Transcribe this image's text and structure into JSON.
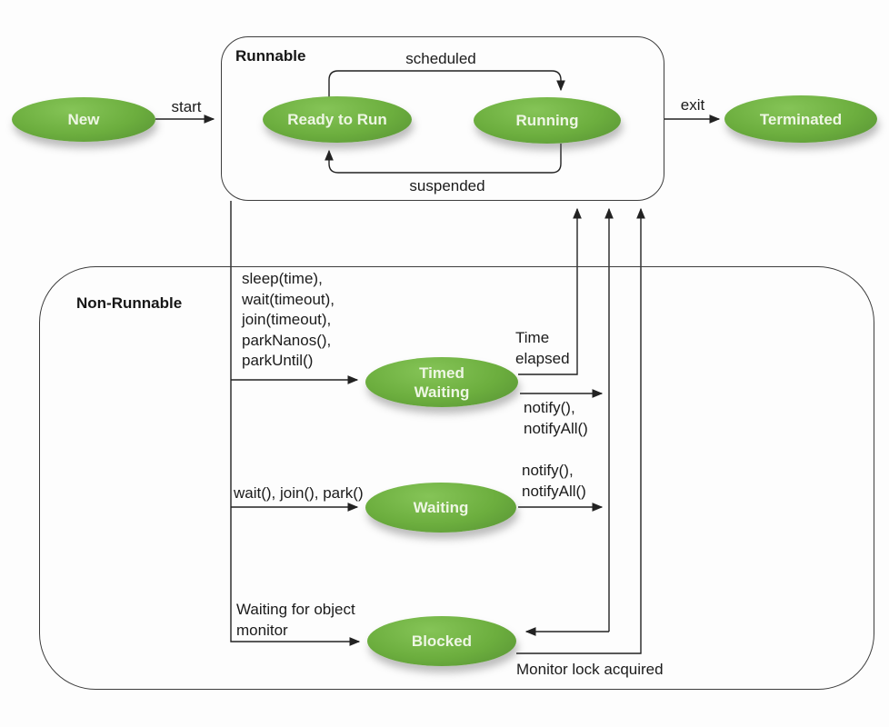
{
  "containers": {
    "runnable": {
      "label": "Runnable"
    },
    "non_runnable": {
      "label": "Non-Runnable"
    }
  },
  "states": {
    "new": {
      "label": "New"
    },
    "ready_to_run": {
      "label": "Ready to Run"
    },
    "running": {
      "label": "Running"
    },
    "terminated": {
      "label": "Terminated"
    },
    "timed_waiting": {
      "line1": "Timed",
      "line2": "Waiting"
    },
    "waiting": {
      "label": "Waiting"
    },
    "blocked": {
      "label": "Blocked"
    }
  },
  "transitions": {
    "start": "start",
    "exit": "exit",
    "scheduled": "scheduled",
    "suspended": "suspended",
    "to_timed_waiting": [
      "sleep(time),",
      "wait(timeout),",
      "join(timeout),",
      "parkNanos(),",
      "parkUntil()"
    ],
    "time_elapsed": [
      "Time",
      "elapsed"
    ],
    "notify_from_timed_waiting": [
      "notify(),",
      "notifyAll()"
    ],
    "to_waiting": "wait(), join(), park()",
    "notify_from_waiting": [
      "notify(),",
      "notifyAll()"
    ],
    "to_blocked": [
      "Waiting for object",
      "monitor"
    ],
    "monitor_lock_acquired": "Monitor lock acquired"
  },
  "colors": {
    "state_fill": "#6cae3e",
    "state_fill_light": "#85c457",
    "state_fill_dark": "#569134",
    "state_text": "#eef6e4",
    "line": "#222222",
    "label_text": "#1b1b1b",
    "box_border": "#3d3d3d",
    "background": "#fdfdfd"
  }
}
